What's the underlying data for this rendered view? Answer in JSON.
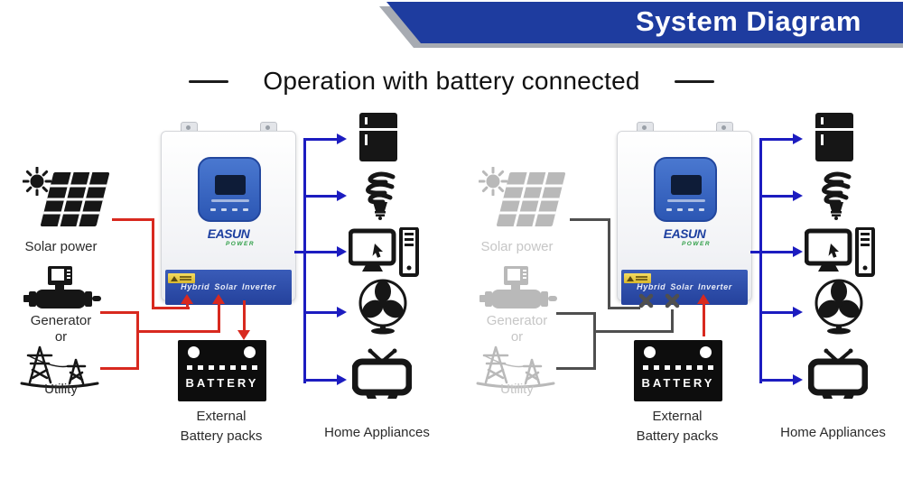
{
  "banner": {
    "title": "System Diagram"
  },
  "heading": {
    "title": "Operation with battery connected"
  },
  "colors": {
    "banner": "#1e3c9f",
    "wire_red": "#d8291f",
    "wire_blue": "#1c1cc0",
    "wire_gray": "#4f4f4f",
    "green": "#2e9e46",
    "gray_icon": "#b9b9b9",
    "gray_text": "#c6c6c6"
  },
  "left_panel": {
    "solar_label": "Solar power",
    "generator_label": "Generator",
    "or_label": "or",
    "utility_label": "Utility",
    "inverter": {
      "brand": "EASUN",
      "brand_sub": "POWER",
      "band_text": "Hybrid Solar Inverter"
    },
    "battery_text": "BATTERY",
    "external_line1": "External",
    "external_line2": "Battery packs",
    "appliances_label": "Home Appliances"
  },
  "right_panel": {
    "solar_label": "Solar power",
    "generator_label": "Generator",
    "or_label": "or",
    "utility_label": "Utility",
    "inverter": {
      "brand": "EASUN",
      "brand_sub": "POWER",
      "band_text": "Hybrid Solar Inverter"
    },
    "battery_text": "BATTERY",
    "external_line1": "External",
    "external_line2": "Battery packs",
    "appliances_label": "Home Appliances"
  }
}
